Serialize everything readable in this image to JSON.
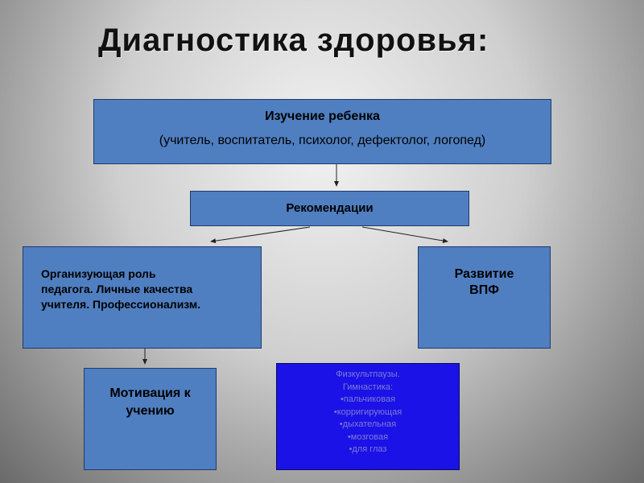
{
  "title": "Диагностика здоровья:",
  "boxes": {
    "study": {
      "line1": "Изучение ребенка",
      "line2": "(учитель, воспитатель, психолог, дефектолог, логопед)"
    },
    "recommendations": "Рекомендации",
    "teacher_role": [
      "Организующая роль",
      "педагога. Личные качества",
      "учителя. Профессионализм."
    ],
    "vpf": [
      "Развитие",
      "ВПФ"
    ],
    "motivation": [
      "Мотивация к",
      "учению"
    ],
    "phys": [
      "Физкультпаузы.",
      "Гимнастика:",
      "•пальчиковая",
      "•корригирующая",
      "•дыхательная",
      "•мозговая",
      "•для глаз"
    ]
  },
  "colors": {
    "box_fill": "#4f7fc1",
    "highlight_fill": "#1a12e6",
    "connector": "#222222"
  }
}
